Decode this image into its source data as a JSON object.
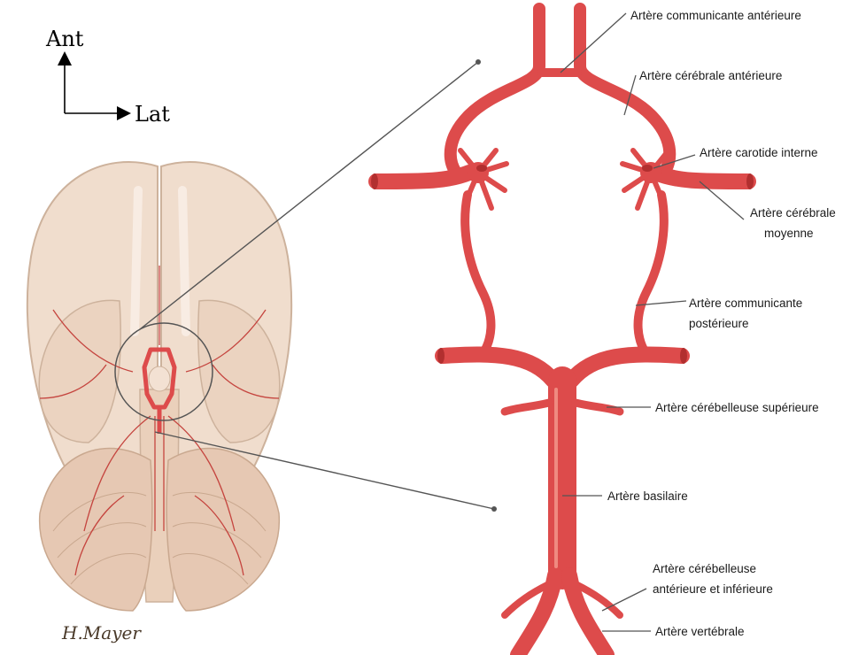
{
  "orientation": {
    "anterior": "Ant",
    "lateral": "Lat"
  },
  "signature": "H.Mayer",
  "colors": {
    "artery": "#dd4b4b",
    "artery_dark": "#b22f2f",
    "brain": "#f0ddcd",
    "brain_edge": "#cdb29c",
    "leader": "#555555"
  },
  "labels": [
    {
      "id": "acom",
      "lines": [
        "Artère communicante antérieure"
      ]
    },
    {
      "id": "aca",
      "lines": [
        "Artère cérébrale antérieure"
      ]
    },
    {
      "id": "ica",
      "lines": [
        "Artère carotide interne"
      ]
    },
    {
      "id": "mca",
      "lines": [
        "Artère cérébrale",
        "moyenne"
      ]
    },
    {
      "id": "pcom",
      "lines": [
        "Artère communicante",
        "postérieure"
      ]
    },
    {
      "id": "sca",
      "lines": [
        "Artère cérébelleuse supérieure"
      ]
    },
    {
      "id": "basilar",
      "lines": [
        "Artère basilaire"
      ]
    },
    {
      "id": "aica",
      "lines": [
        "Artère cérébelleuse",
        "antérieure et inférieure"
      ]
    },
    {
      "id": "vertebral",
      "lines": [
        "Artère vertébrale"
      ]
    }
  ]
}
